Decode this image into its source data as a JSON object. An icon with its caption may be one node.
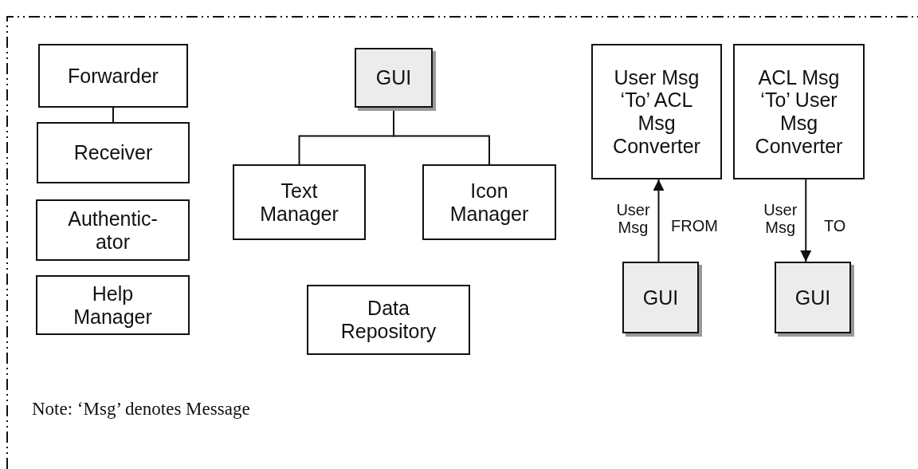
{
  "diagram": {
    "nodes": [
      {
        "text": [
          "Forwarder"
        ]
      },
      {
        "text": [
          "Receiver"
        ]
      },
      {
        "text": [
          "Authentic- ator"
        ]
      },
      {
        "text": [
          "Help Manager"
        ]
      },
      {
        "text": [
          "GUI"
        ]
      },
      {
        "text": [
          "Text Manager"
        ]
      },
      {
        "text": [
          "Icon Manager"
        ]
      },
      {
        "text": [
          "Data Repository"
        ]
      },
      {
        "text": [
          "User Msg ‘To’ ACL Msg Converter"
        ]
      },
      {
        "text": [
          "ACL Msg ‘To’ User Msg Converter"
        ]
      },
      {
        "text": [
          "GUI"
        ]
      },
      {
        "text": [
          "GUI"
        ]
      }
    ],
    "edges": [
      {
        "from": 0,
        "to": 1,
        "arrow": "none"
      },
      {
        "from": 4,
        "to": 5,
        "arrow": "none"
      },
      {
        "from": 4,
        "to": 6,
        "arrow": "none"
      },
      {
        "from": 10,
        "to": 8,
        "arrow": "to",
        "label": "User Msg"
      },
      {
        "from": 9,
        "to": 11,
        "arrow": "to",
        "label": "User Msg"
      }
    ],
    "labels": [
      "FROM",
      "TO",
      "Note: ‘Msg’ denotes Message"
    ]
  }
}
